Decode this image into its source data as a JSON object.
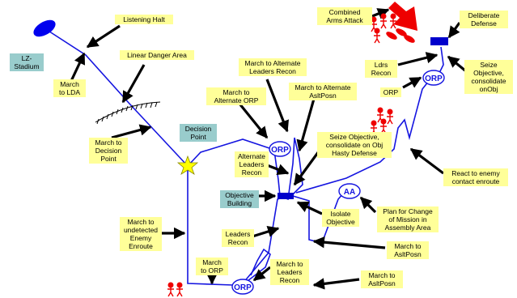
{
  "diagram": {
    "labels": {
      "lz_stadium": "LZ-\nStadium",
      "listening_halt": "Listening Halt",
      "linear_danger_area": "Linear Danger Area",
      "march_to_lda": "March\nto LDA",
      "march_to_decision_point": "March to\nDecision\nPoint",
      "decision_point": "Decision\nPoint",
      "march_to_alt_orp": "March to\nAlternate ORP",
      "march_to_alt_leaders_recon": "March to Alternate\nLeaders Recon",
      "march_to_alt_asltposn": "March to Alternate\nAsltPosn",
      "combined_arms_attack": "Combined\nArms Attack",
      "deliberate_defense": "Deliberate\nDefense",
      "ldrs_recon": "Ldrs\nRecon",
      "orp": "ORP",
      "seize_objective_onobj": "Seize\nObjective,\nconsolidate\nonObj",
      "alternate_leaders_recon": "Alternate\nLeaders\nRecon",
      "seize_objective_hasty": "Seize Objective,\nconsolidate on Obj\nHasty Defense",
      "react_to_enemy": "React to enemy\ncontact enroute",
      "objective_building": "Objective\nBuilding",
      "isolate_objective": "Isolate\nObjective",
      "plan_for_change": "Plan for Change\nof Mission in\nAssembly Area",
      "march_to_undetected": "March to\nundetected\nEnemy\nEnroute",
      "leaders_recon": "Leaders\nRecon",
      "march_to_asltposn_1": "March to\nAsltPosn",
      "march_to_orp": "March\nto ORP",
      "march_to_leaders_recon": "March to\nLeaders\nRecon",
      "march_to_asltposn_2": "March to\nAsltPosn"
    },
    "markers": {
      "orp_top": "ORP",
      "orp_mid": "ORP",
      "orp_bottom": "ORP",
      "aa": "AA"
    }
  }
}
